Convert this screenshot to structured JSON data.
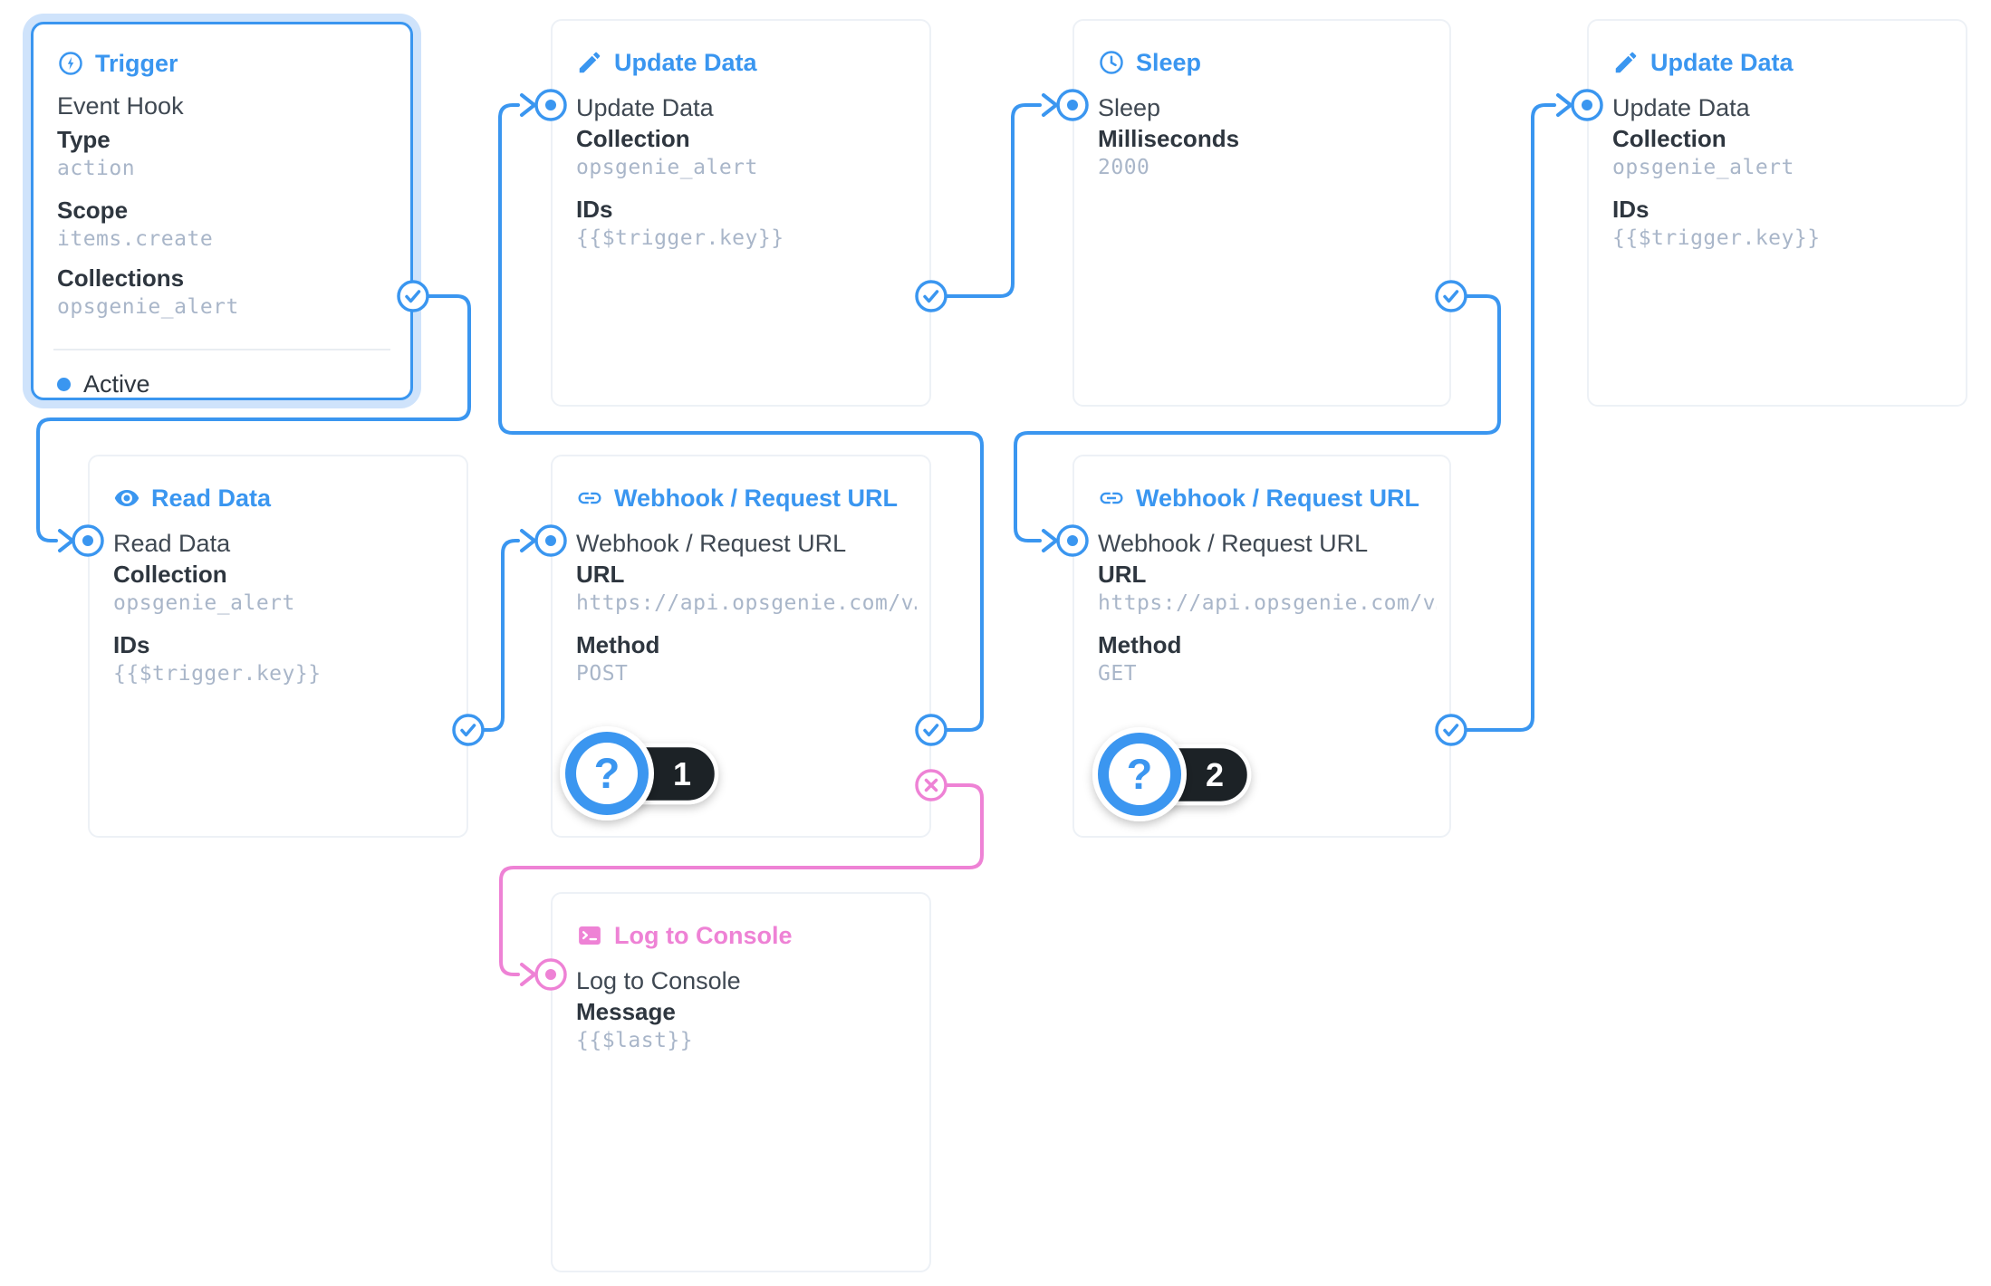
{
  "colors": {
    "accent_blue": "#3a96f0",
    "selection_halo": "#cfe3fb",
    "reject_pink": "#ee82d5",
    "card_border": "#edf1f6",
    "value_gray": "#a9b6c9",
    "badge_dark": "#1b2027"
  },
  "ui": {
    "unknown_mark": "?"
  },
  "nodes": {
    "trigger": {
      "title": "Trigger",
      "kind": "Event Hook",
      "fields": [
        {
          "label": "Type",
          "value": "action"
        },
        {
          "label": "Scope",
          "value": "items.create"
        },
        {
          "label": "Collections",
          "value": "opsgenie_alert"
        }
      ],
      "status": "Active"
    },
    "update_data_1": {
      "title": "Update Data",
      "name": "Update Data",
      "fields": [
        {
          "label": "Collection",
          "value": "opsgenie_alert"
        },
        {
          "label": "IDs",
          "value": "{{$trigger.key}}"
        }
      ]
    },
    "sleep": {
      "title": "Sleep",
      "name": "Sleep",
      "fields": [
        {
          "label": "Milliseconds",
          "value": "2000"
        }
      ]
    },
    "update_data_2": {
      "title": "Update Data",
      "name": "Update Data",
      "fields": [
        {
          "label": "Collection",
          "value": "opsgenie_alert"
        },
        {
          "label": "IDs",
          "value": "{{$trigger.key}}"
        }
      ]
    },
    "read_data": {
      "title": "Read Data",
      "name": "Read Data",
      "fields": [
        {
          "label": "Collection",
          "value": "opsgenie_alert"
        },
        {
          "label": "IDs",
          "value": "{{$trigger.key}}"
        }
      ]
    },
    "webhook_1": {
      "title": "Webhook / Request URL",
      "name": "Webhook / Request URL",
      "fields": [
        {
          "label": "URL",
          "value": "https://api.opsgenie.com/v…"
        },
        {
          "label": "Method",
          "value": "POST"
        }
      ],
      "badge": "1"
    },
    "webhook_2": {
      "title": "Webhook / Request URL",
      "name": "Webhook / Request URL",
      "fields": [
        {
          "label": "URL",
          "value": "https://api.opsgenie.com/v…"
        },
        {
          "label": "Method",
          "value": "GET"
        }
      ],
      "badge": "2"
    },
    "log_console": {
      "title": "Log to Console",
      "name": "Log to Console",
      "fields": [
        {
          "label": "Message",
          "value": "{{$last}}"
        }
      ]
    }
  }
}
